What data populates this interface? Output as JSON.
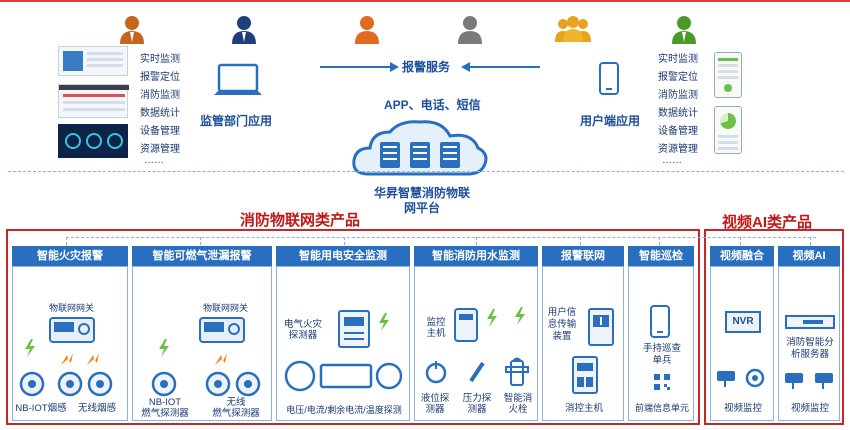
{
  "top": {
    "left_app_label": "监管部门应用",
    "right_app_label": "用户端应用",
    "alarm_service": "报警服务",
    "channels": "APP、电话、短信",
    "platform_line1": "华昇智慧消防物联",
    "platform_line2": "网平台",
    "left_menu": [
      "实时监测",
      "报警定位",
      "消防监测",
      "数据统计",
      "设备管理",
      "资源管理",
      "……"
    ],
    "right_menu": [
      "实时监测",
      "报警定位",
      "消防监测",
      "数据统计",
      "设备管理",
      "资源管理",
      "……"
    ]
  },
  "groups": {
    "iot_title": "消防物联网类产品",
    "ai_title": "视频AI类产品"
  },
  "products": [
    {
      "name": "智能火灾报警"
    },
    {
      "name": "智能可燃气泄漏报警"
    },
    {
      "name": "智能用电安全监测"
    },
    {
      "name": "智能消防用水监测"
    },
    {
      "name": "报警联网"
    },
    {
      "name": "智能巡检"
    },
    {
      "name": "视频融合"
    },
    {
      "name": "视频AI"
    }
  ],
  "devices": {
    "fire": {
      "gateway": "物联网网关",
      "nb": "NB-IOT烟感",
      "wireless": "无线烟感"
    },
    "gas": {
      "gateway": "物联网网关",
      "nb_line1": "NB-IOT",
      "nb_line2": "燃气探测器",
      "wireless_line1": "无线",
      "wireless_line2": "燃气探测器"
    },
    "elec": {
      "detector_line1": "电气火灾",
      "detector_line2": "探测器",
      "caption": "电压/电流/剩余电流/温度探测"
    },
    "water": {
      "host_line1": "监控",
      "host_line2": "主机",
      "level_line1": "液位探",
      "level_line2": "测器",
      "pressure_line1": "压力探",
      "pressure_line2": "测器",
      "hydrant_line1": "智能消",
      "hydrant_line2": "火栓"
    },
    "alarm": {
      "transmit_line1": "用户信",
      "transmit_line2": "息传输",
      "transmit_line3": "装置",
      "host": "消控主机"
    },
    "patrol": {
      "handset_line1": "手持巡查",
      "handset_line2": "单兵",
      "front": "前端信息单元"
    },
    "video_fusion": {
      "nvr": "NVR",
      "caption": "视频监控"
    },
    "video_ai": {
      "server_line1": "消防智能分",
      "server_line2": "析服务器",
      "caption": "视频监控"
    }
  },
  "colors": {
    "brand_blue": "#2a6fbf",
    "text_blue": "#1d4f9a",
    "alarm_red": "#c62828",
    "accent_orange": "#f08a1c",
    "signal_green": "#6cc04a"
  }
}
